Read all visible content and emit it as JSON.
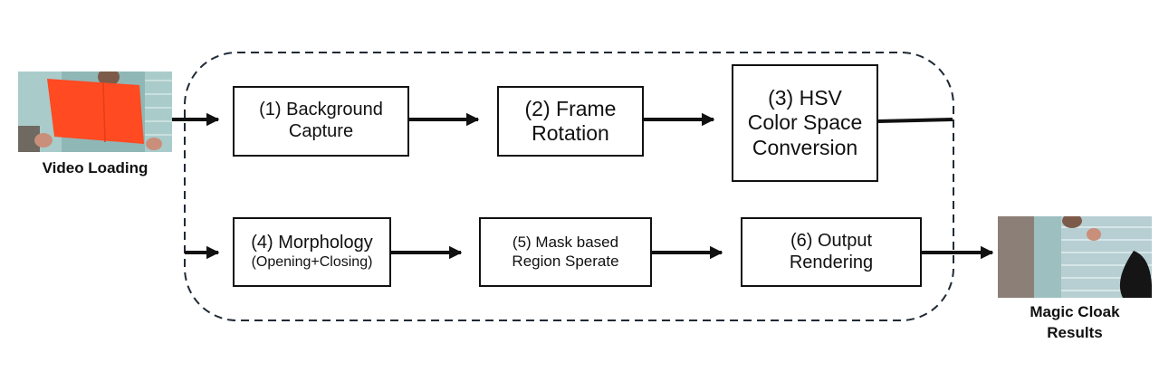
{
  "input": {
    "caption": "Video Loading"
  },
  "output": {
    "caption_line1": "Magic Cloak",
    "caption_line2": "Results"
  },
  "steps": [
    {
      "lines": [
        "(1)  Background",
        "Capture"
      ]
    },
    {
      "lines": [
        "(2) Frame",
        "Rotation"
      ]
    },
    {
      "lines": [
        "(3) HSV",
        "Color Space",
        "Conversion"
      ]
    },
    {
      "lines": [
        "(4) Morphology",
        "(Opening+Closing)"
      ]
    },
    {
      "lines": [
        "(5) Mask based",
        "Region Sperate"
      ]
    },
    {
      "lines": [
        "(6) Output",
        "Rendering"
      ]
    }
  ],
  "colors": {
    "stroke": "#111111",
    "dash": "#1f2a36",
    "cloak": "#ff4a22"
  }
}
